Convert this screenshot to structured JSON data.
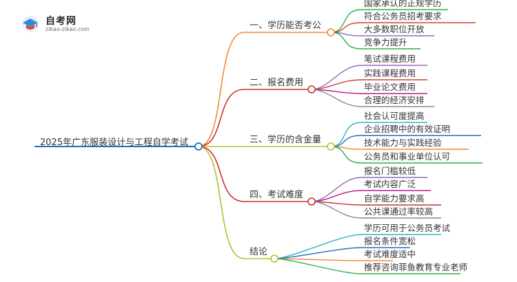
{
  "logo": {
    "title": "自考网",
    "subtitle": "zikao-zikao.com"
  },
  "root": "2025年广东服装设计与工程自学考试",
  "branches": [
    {
      "label": "一、学历能否考公",
      "color": "#f0883a",
      "leaves": [
        {
          "label": "国家承认的正规学历",
          "color": "#2eae4b"
        },
        {
          "label": "符合公务员招考要求",
          "color": "#d43b3b"
        },
        {
          "label": "大多数职位开放",
          "color": "#8b6bbf"
        },
        {
          "label": "竞争力提升",
          "color": "#2eae4b"
        }
      ]
    },
    {
      "label": "二、报名费用",
      "color": "#c9302c",
      "leaves": [
        {
          "label": "笔试课程费用",
          "color": "#8b6bbf"
        },
        {
          "label": "实践课程费用",
          "color": "#d43b3b"
        },
        {
          "label": "毕业论文费用",
          "color": "#c2188a"
        },
        {
          "label": "合理的经济安排",
          "color": "#888888"
        }
      ]
    },
    {
      "label": "三、学历的含金量",
      "color": "#b5c02a",
      "leaves": [
        {
          "label": "社会认可度提高",
          "color": "#2bb5c9"
        },
        {
          "label": "企业招聘中的有效证明",
          "color": "#1f6fbf"
        },
        {
          "label": "技术能力与实践经验",
          "color": "#f0883a"
        },
        {
          "label": "公务员和事业单位认可",
          "color": "#2eae4b"
        }
      ]
    },
    {
      "label": "四、考试难度",
      "color": "#c9302c",
      "leaves": [
        {
          "label": "报名门槛较低",
          "color": "#8b6bbf"
        },
        {
          "label": "考试内容广泛",
          "color": "#c2188a"
        },
        {
          "label": "自学能力要求高",
          "color": "#c9302c"
        },
        {
          "label": "公共课通过率较高",
          "color": "#888888"
        }
      ]
    },
    {
      "label": "结论",
      "color": "#b5c02a",
      "leaves": [
        {
          "label": "学历可用于公务员考试",
          "color": "#2bb5c9"
        },
        {
          "label": "报名条件宽松",
          "color": "#1f6fbf"
        },
        {
          "label": "考试难度适中",
          "color": "#f0883a"
        },
        {
          "label": "推荐咨询菲鱼教育专业老师",
          "color": "#2eae4b"
        }
      ]
    }
  ]
}
